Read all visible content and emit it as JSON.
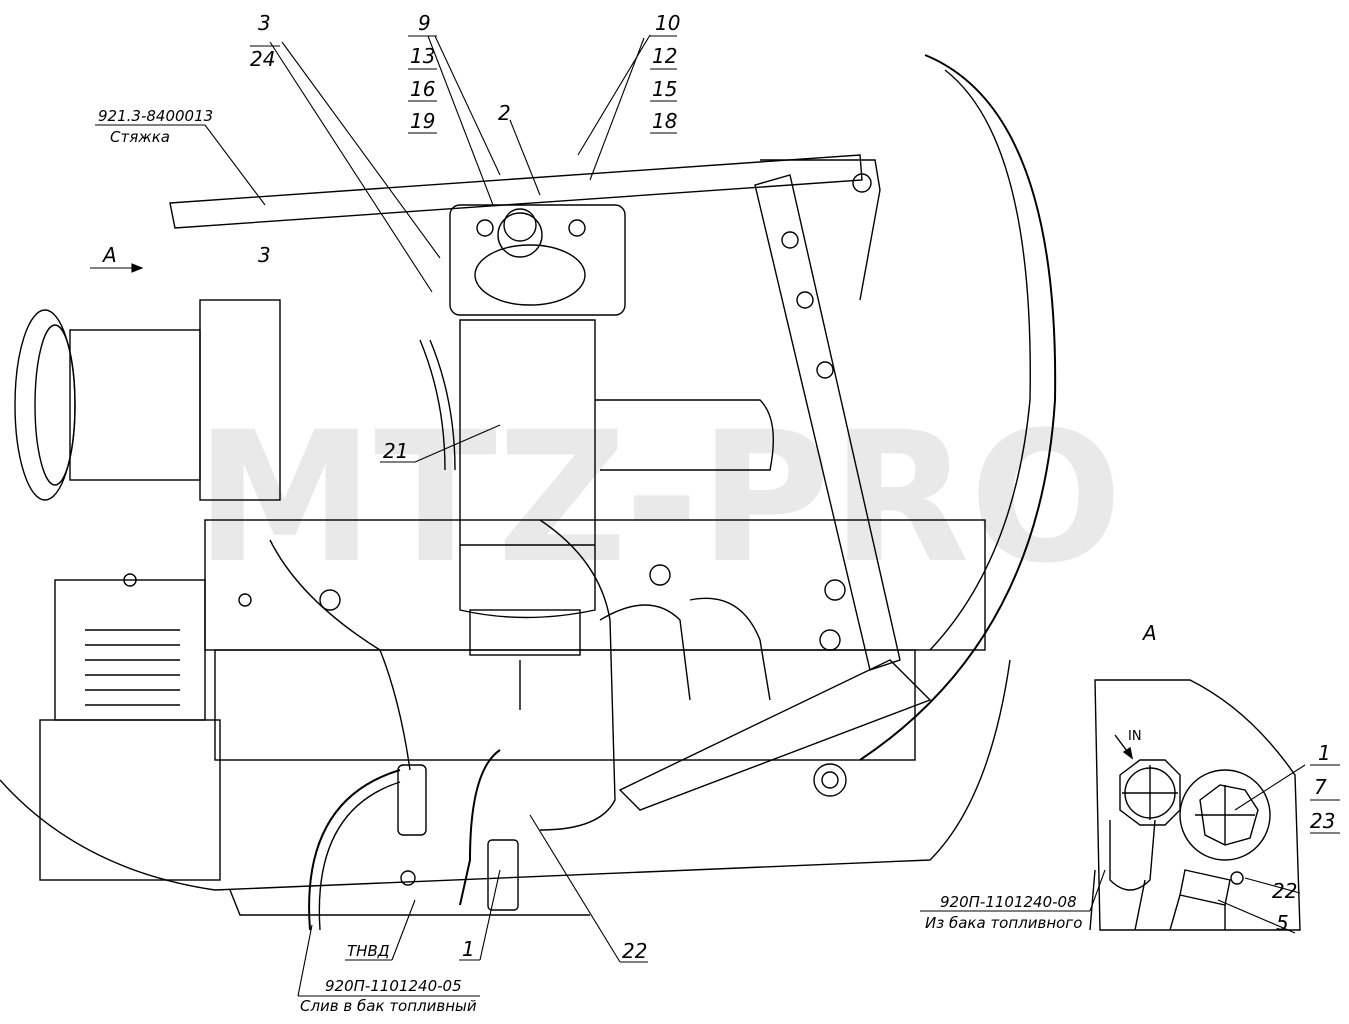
{
  "view_marker": "A",
  "watermark": "MTZ-PRO",
  "callouts": {
    "c3a": "3",
    "c24": "24",
    "c9": "9",
    "c13": "13",
    "c16": "16",
    "c19": "19",
    "c10": "10",
    "c12": "12",
    "c15": "15",
    "c18": "18",
    "c2": "2",
    "c3b": "3",
    "c21": "21",
    "c1": "1",
    "c22": "22"
  },
  "tie_rod": {
    "code": "921.3-8400013",
    "name": "Стяжка"
  },
  "pump": {
    "name": "ТНВД"
  },
  "drain_hose": {
    "code": "920П-1101240-05",
    "name": "Слив в бак топливный"
  },
  "view_a": {
    "title": "A",
    "inlet_mark": "IN",
    "callouts": {
      "c1": "1",
      "c7": "7",
      "c23": "23",
      "c22": "22",
      "c5": "5"
    },
    "inlet_hose": {
      "code": "920П-1101240-08",
      "name": "Из бака топливного"
    }
  }
}
